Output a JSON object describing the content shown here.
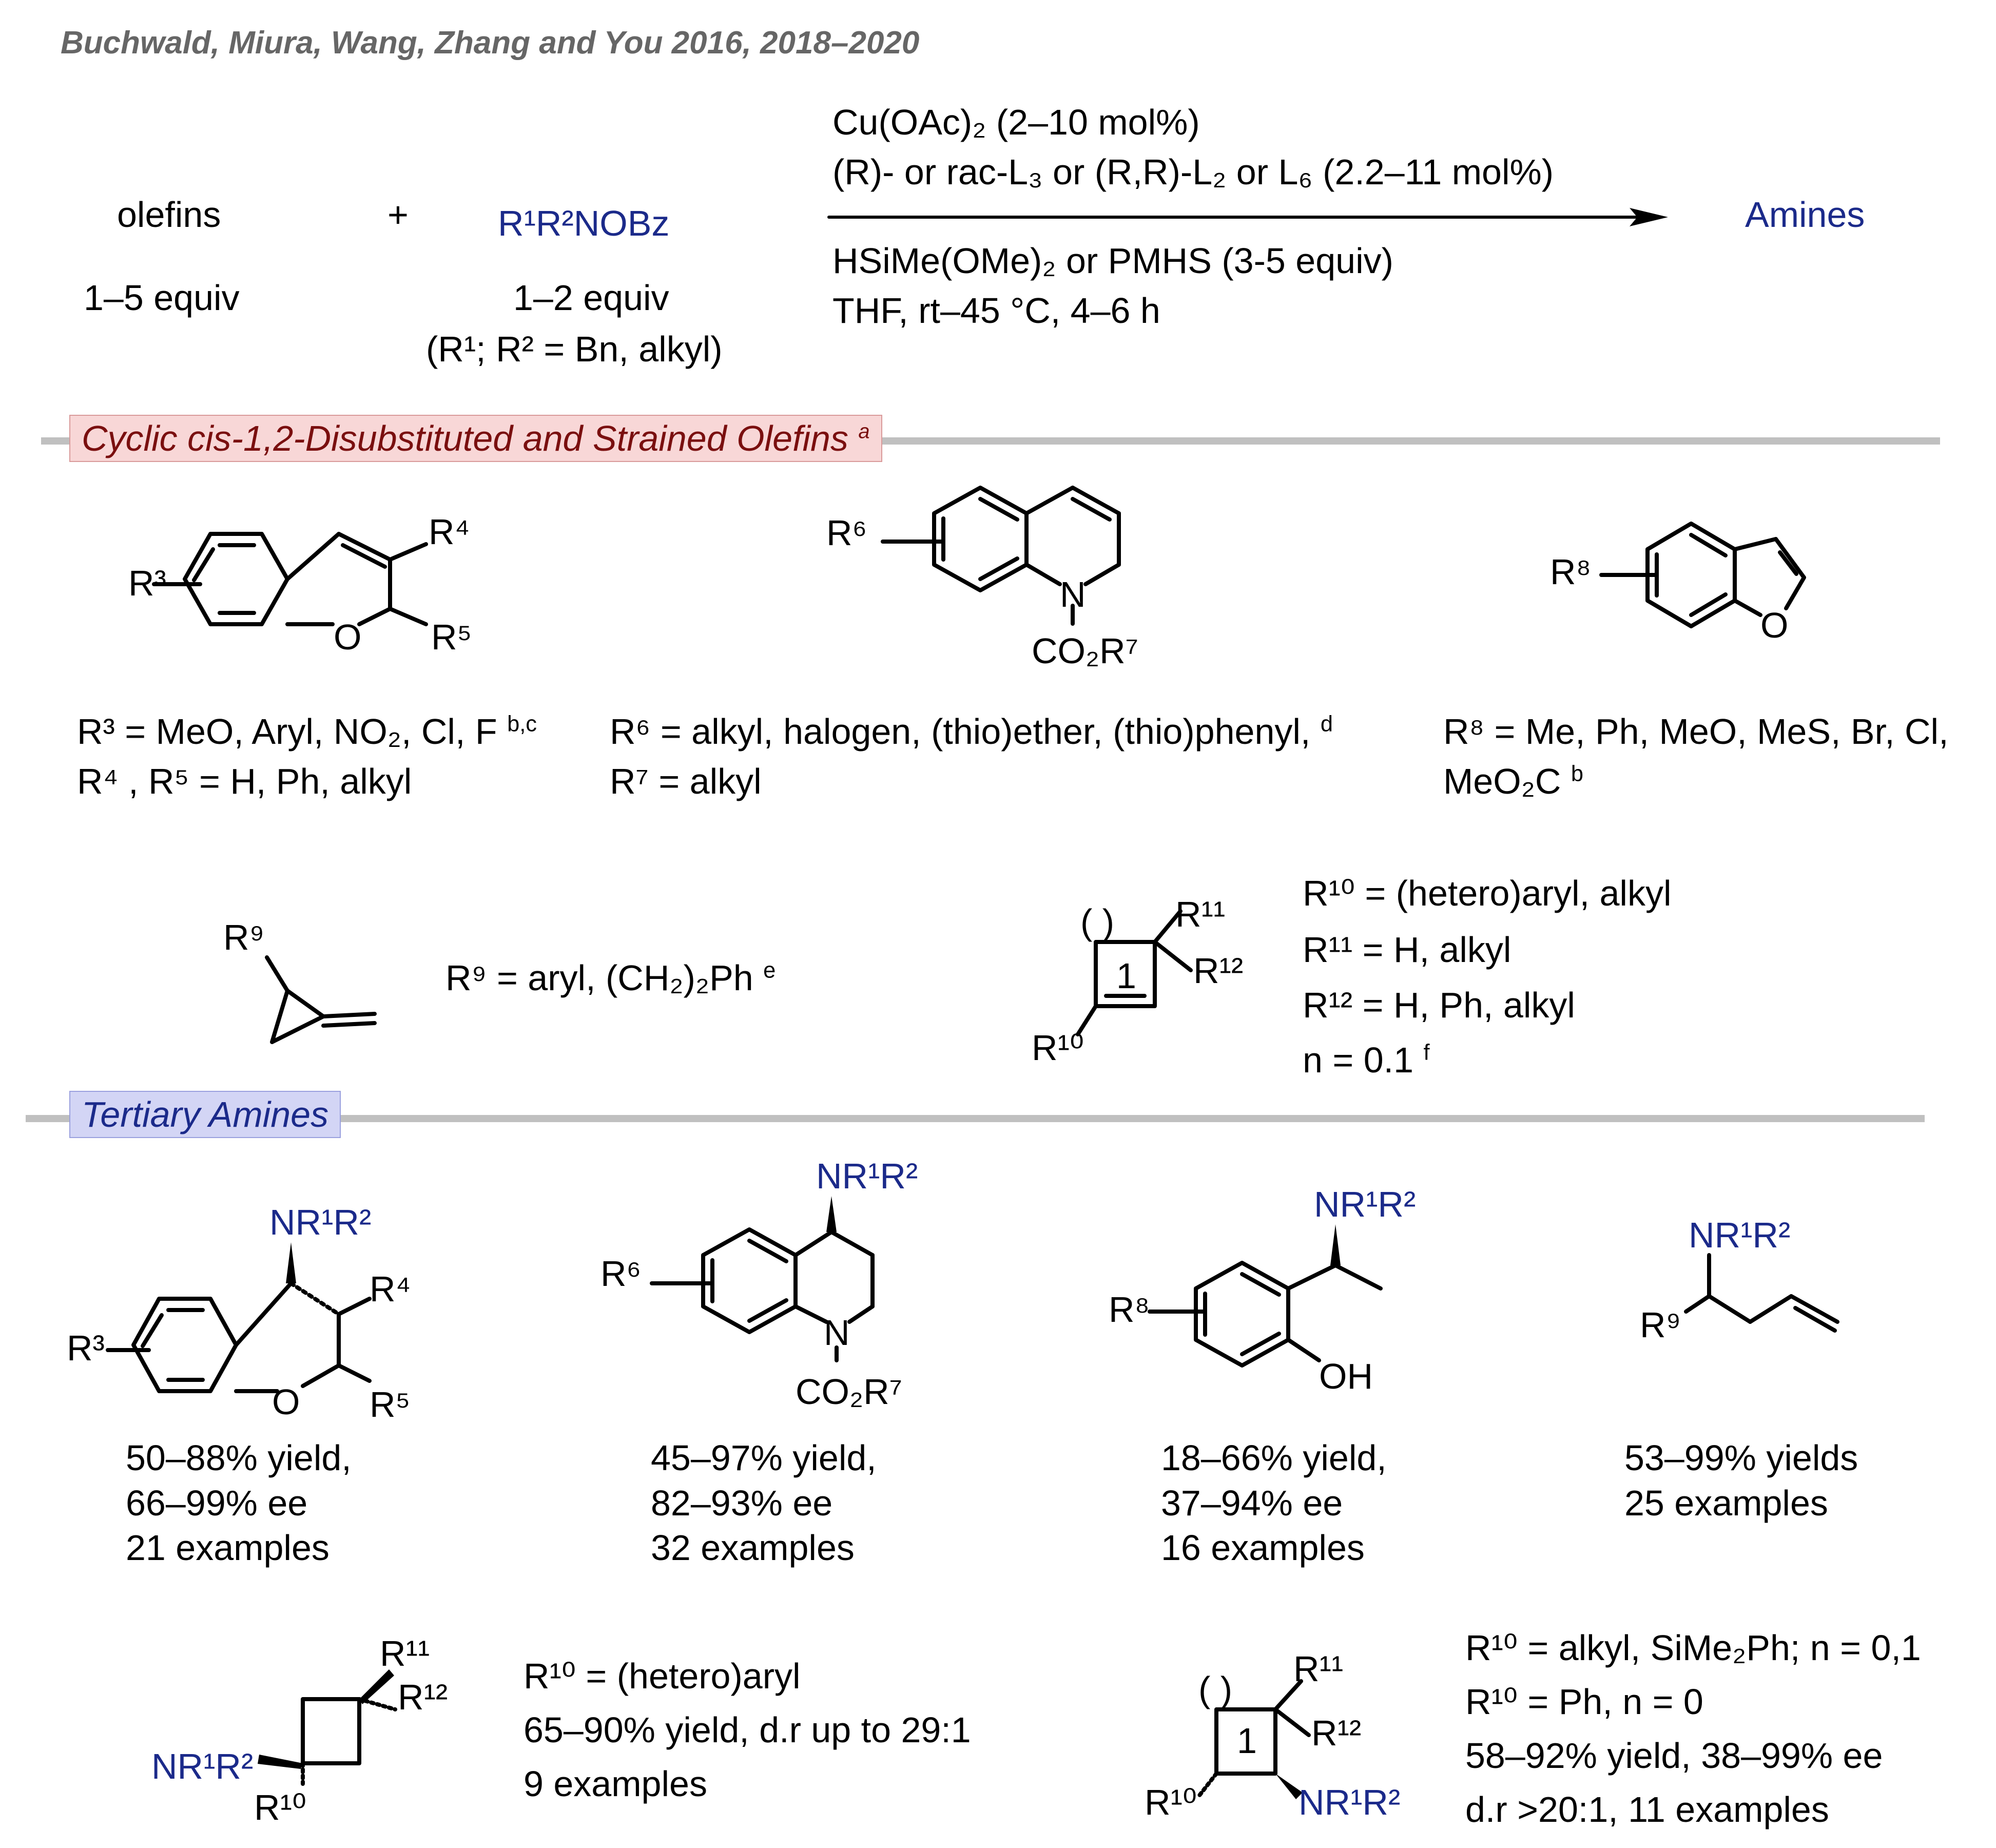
{
  "header": "Buchwald, Miura, Wang, Zhang and You 2016, 2018–2020",
  "reaction": {
    "reactant1": "olefins",
    "reactant1_equiv": "1–5  equiv",
    "plus": "+",
    "reactant2": "R¹R²NOBz",
    "reactant2_equiv": "1–2 equiv",
    "reactant2_note": "(R¹; R²  = Bn, alkyl)",
    "cond_above_1": "Cu(OAc)₂ (2–10 mol%)",
    "cond_above_2": "(R)- or rac-L₃ or (R,R)-L₂ or L₆ (2.2–11 mol%)",
    "cond_below_1": "HSiMe(OMe)₂ or PMHS (3-5 equiv)",
    "cond_below_2": "THF, rt–45 °C, 4–6 h",
    "product": "Amines"
  },
  "section1": {
    "title": "Cyclic cis-1,2-Disubstituted and Strained Olefins",
    "footnote": "a"
  },
  "section2": {
    "title": "Tertiary Amines"
  },
  "substrates": {
    "chromene": {
      "note1": "R³ = MeO, Aryl, NO₂, Cl, F",
      "note1_sup": "b,c",
      "note2": "R⁴ , R⁵ = H, Ph, alkyl"
    },
    "quinoline": {
      "note1": "R⁶ = alkyl, halogen, (thio)ether, (thio)phenyl,",
      "note1_sup": "d",
      "note2": "R⁷ = alkyl"
    },
    "benzofuran": {
      "note1": "R⁸ = Me, Ph, MeO, MeS, Br, Cl,",
      "note2": "MeO₂C",
      "note2_sup": "b"
    },
    "cyclopropene": {
      "note": "R⁹ = aryl, (CH₂)₂Ph",
      "note_sup": "e"
    },
    "cyclobutene": {
      "line1": "R¹⁰ = (hetero)aryl, alkyl",
      "line2": "R¹¹ = H, alkyl",
      "line3": "R¹² = H, Ph, alkyl",
      "line4": "n = 0.1",
      "line4_sup": "f"
    }
  },
  "products": {
    "chroman": {
      "yield": "50–88% yield,",
      "ee": "66–99% ee",
      "examples": "21 examples"
    },
    "thq": {
      "yield": "45–97% yield,",
      "ee": "82–93% ee",
      "examples": "32 examples"
    },
    "phenol": {
      "yield": "18–66% yield,",
      "ee": "37–94% ee",
      "examples": "16 examples"
    },
    "homoallyl": {
      "yield": "53–99% yields",
      "examples": "25 examples"
    },
    "cyclobutane": {
      "line1": "R¹⁰ = (hetero)aryl",
      "line2": "65–90% yield, d.r up to 29:1",
      "line3": "9 examples"
    },
    "cycloalkane": {
      "line1": "R¹⁰ = alkyl, SiMe₂Ph; n = 0,1",
      "line2": "R¹⁰ = Ph, n = 0",
      "line3": "58–92% yield, 38–99% ee",
      "line4": "d.r >20:1, 11 examples"
    }
  },
  "labels": {
    "R1R2N": "NR¹R²",
    "R3": "R³",
    "R4": "R⁴",
    "R5": "R⁵",
    "R6": "R⁶",
    "R7": "CO₂R⁷",
    "R8": "R⁸",
    "R9": "R⁹",
    "R10": "R¹⁰",
    "R11": "R¹¹",
    "R12": "R¹²",
    "O": "O",
    "N": "N",
    "OH": "OH",
    "n_paren": "(  )",
    "n_sub": "1"
  }
}
